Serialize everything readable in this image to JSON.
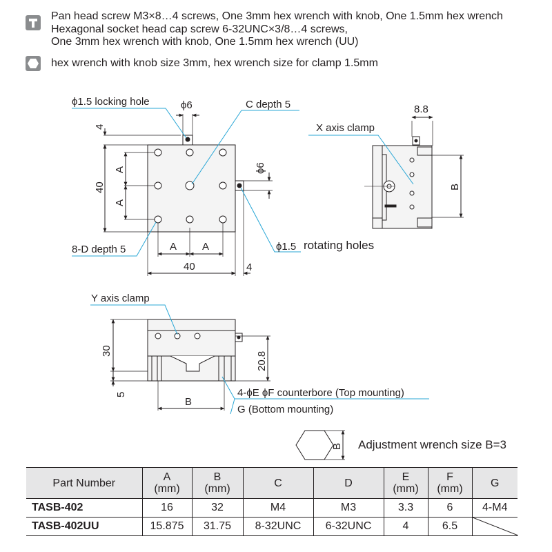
{
  "notes": {
    "screws": [
      "Pan head screw M3×8…4 screws, One 3mm hex wrench with knob, One 1.5mm hex wrench",
      "Hexagonal socket head cap screw 6-32UNC×3/8…4 screws,",
      "One 3mm hex wrench with knob, One 1.5mm hex wrench (UU)"
    ],
    "wrench": "hex wrench with knob size 3mm, hex wrench size for clamp 1.5mm"
  },
  "top_view": {
    "locking_hole": "ϕ1.5 locking hole",
    "phi6_top": "ϕ6",
    "c_depth": "C depth 5",
    "dim_4_top": "4",
    "dim_40_left": "40",
    "dim_a": "A",
    "phi6_right": "ϕ6",
    "d_depth": "8-D depth 5",
    "phi15_rot": "ϕ1.5",
    "rotating_holes": "rotating holes",
    "dim_40_bottom": "40",
    "dim_4_bottom": "4"
  },
  "side_view": {
    "dim_88": "8.8",
    "x_clamp": "X axis clamp",
    "dim_b": "B"
  },
  "front_view": {
    "y_clamp": "Y axis clamp",
    "dim_30": "30",
    "dim_208": "20.8",
    "dim_5": "5",
    "dim_b": "B",
    "counterbore": "4-ϕE ϕF counterbore (Top mounting)",
    "bottom_mount": "G (Bottom mounting)"
  },
  "hex_note": {
    "label_b": "B",
    "text": "Adjustment wrench size B=3"
  },
  "table": {
    "headers": [
      {
        "name": "Part Number",
        "unit": ""
      },
      {
        "name": "A",
        "unit": "(mm)"
      },
      {
        "name": "B",
        "unit": "(mm)"
      },
      {
        "name": "C",
        "unit": ""
      },
      {
        "name": "D",
        "unit": ""
      },
      {
        "name": "E",
        "unit": "(mm)"
      },
      {
        "name": "F",
        "unit": "(mm)"
      },
      {
        "name": "G",
        "unit": ""
      }
    ],
    "rows": [
      [
        "TASB-402",
        "16",
        "32",
        "M4",
        "M3",
        "3.3",
        "6",
        "4-M4"
      ],
      [
        "TASB-402UU",
        "15.875",
        "31.75",
        "8-32UNC",
        "6-32UNC",
        "4",
        "6.5",
        ""
      ]
    ]
  },
  "colors": {
    "leader": "#2aa7d6",
    "line": "#231f20",
    "header_bg": "#e6e6e7",
    "icon_gray": "#8a8c8e"
  }
}
